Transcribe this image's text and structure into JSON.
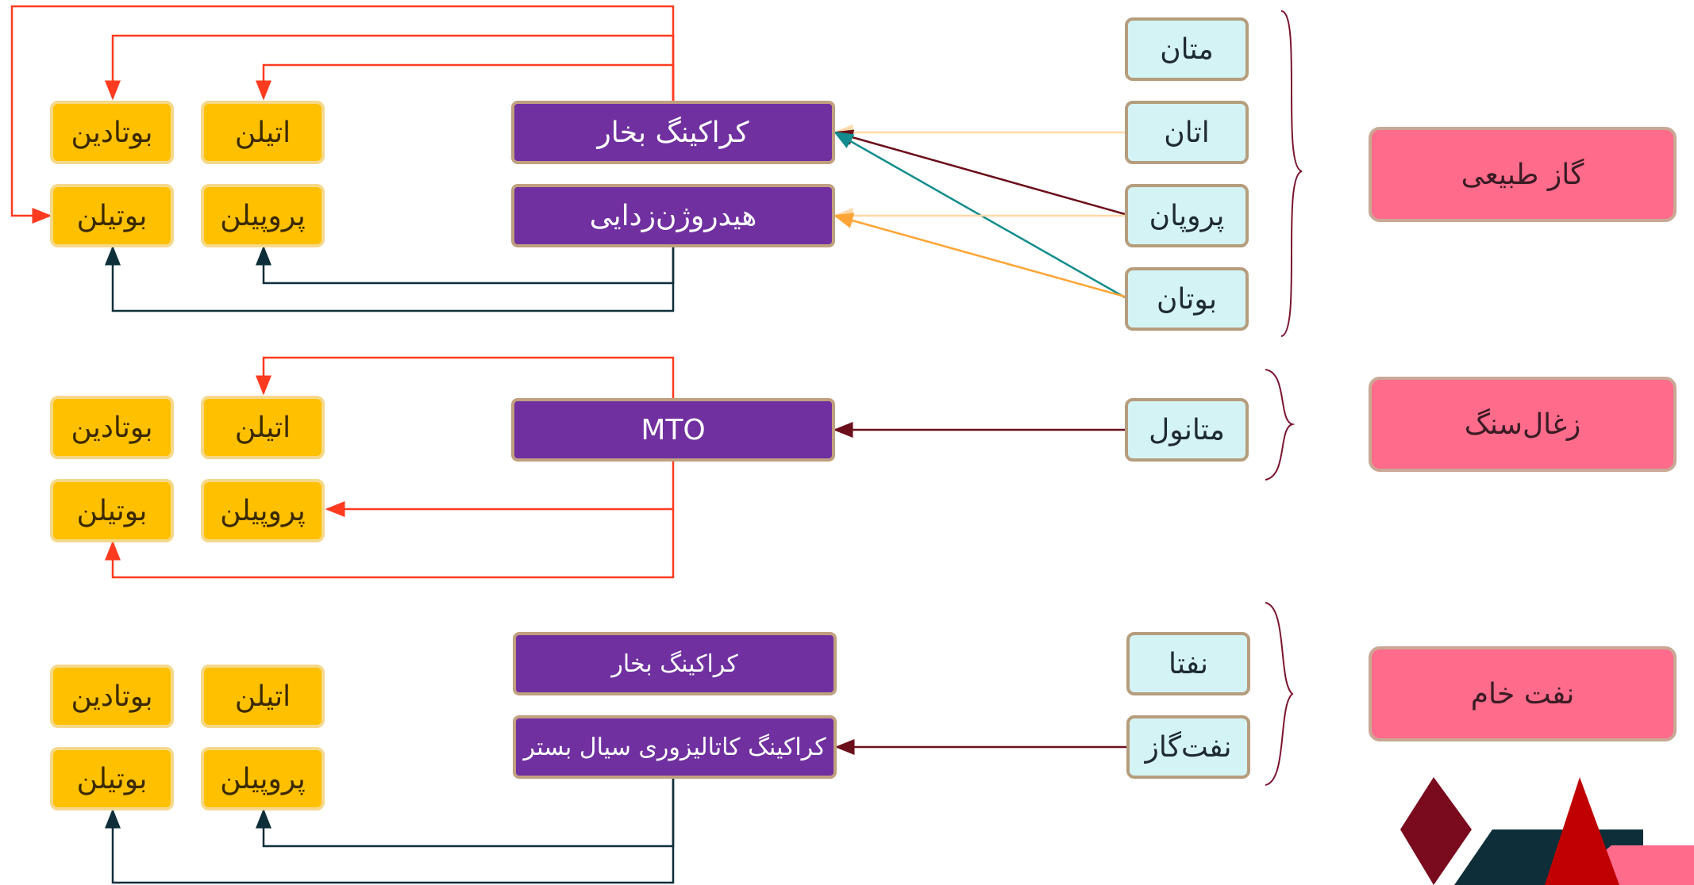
{
  "sources": {
    "natural_gas": "گاز طبیعی",
    "coal": "زغال‌سنگ",
    "crude_oil": "نفت خام"
  },
  "feeds": {
    "methane": "متان",
    "ethane": "اتان",
    "propane": "پروپان",
    "butane": "بوتان",
    "methanol": "متانول",
    "naphtha": "نفتا",
    "gasoil": "نفت‌گاز"
  },
  "processes": {
    "steam_cracking_1": "کراکینگ بخار",
    "dehydrogenation": "هیدروژن‌زدایی",
    "mto": "MTO",
    "steam_cracking_2": "کراکینگ بخار",
    "fcc": "کراکینگ کاتالیزوری سیال بستر"
  },
  "products": {
    "butadiene": "بوتادین",
    "ethylene": "اتیلن",
    "butylene": "بوتیلن",
    "propylene": "پروپیلن"
  },
  "colors": {
    "source_fill": "#ff6b8a",
    "feed_fill": "#d4f3f4",
    "process_fill": "#7030a0",
    "product_fill": "#ffc000",
    "red_line": "#ff3b1f",
    "dark_line": "#0e2f3a",
    "maroon_line": "#6b0f1a",
    "teal_line": "#128c8c",
    "orange_line": "#ffa535",
    "peach_line": "#ffd9a8",
    "brace": "#7a1530"
  }
}
